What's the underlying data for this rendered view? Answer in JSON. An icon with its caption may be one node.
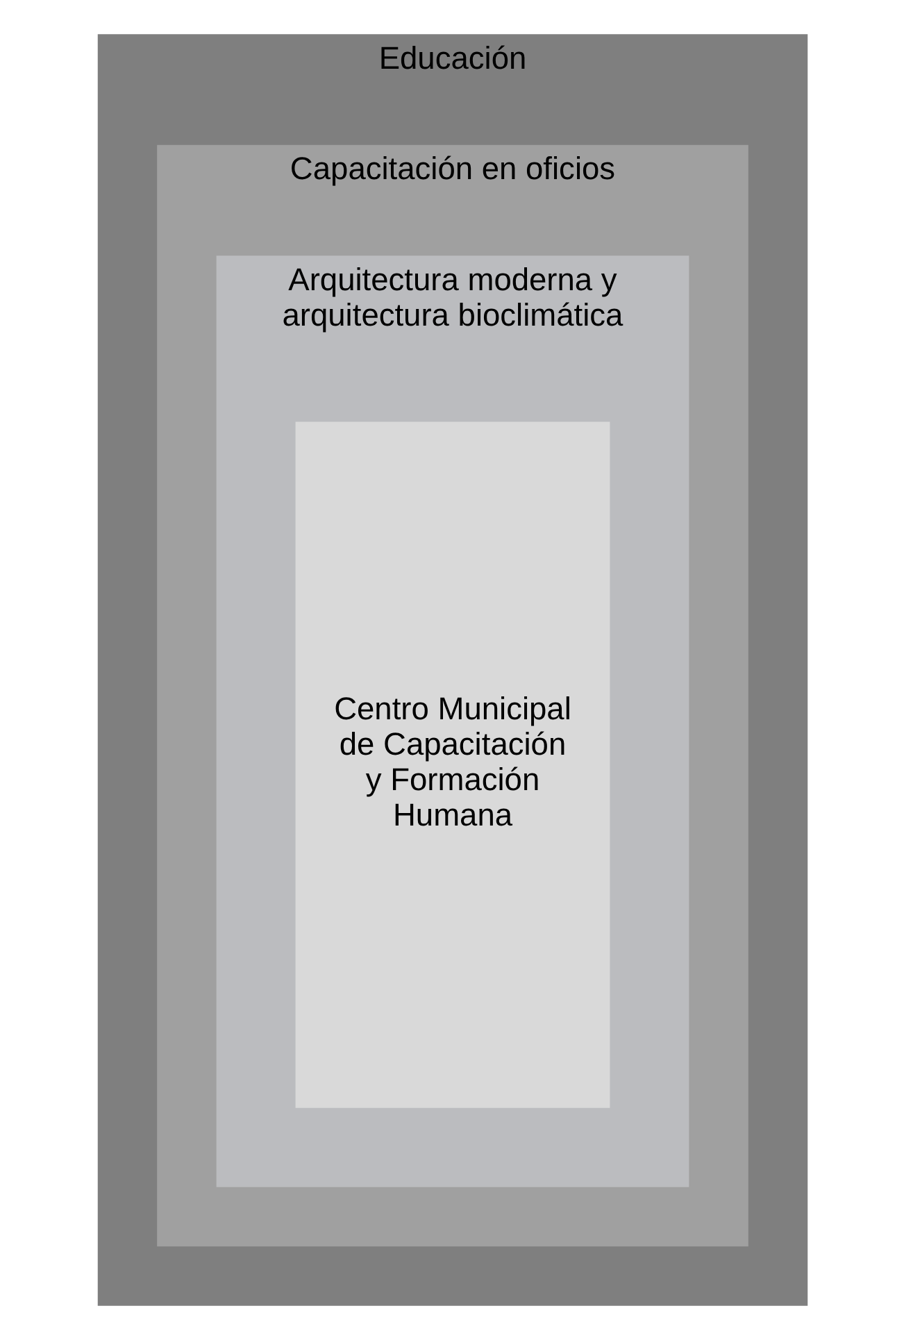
{
  "diagram": {
    "nodes": [
      {
        "text": [
          "Educación"
        ]
      },
      {
        "text": [
          "Capacitación en oficios"
        ],
        "in": 0
      },
      {
        "text": [
          "Arquitectura moderna y arquitectura bioclimática"
        ],
        "in": 1
      },
      {
        "text": [
          "Centro Municipal de Capacitación y Formación Humana"
        ],
        "in": 2
      }
    ],
    "edges": []
  }
}
